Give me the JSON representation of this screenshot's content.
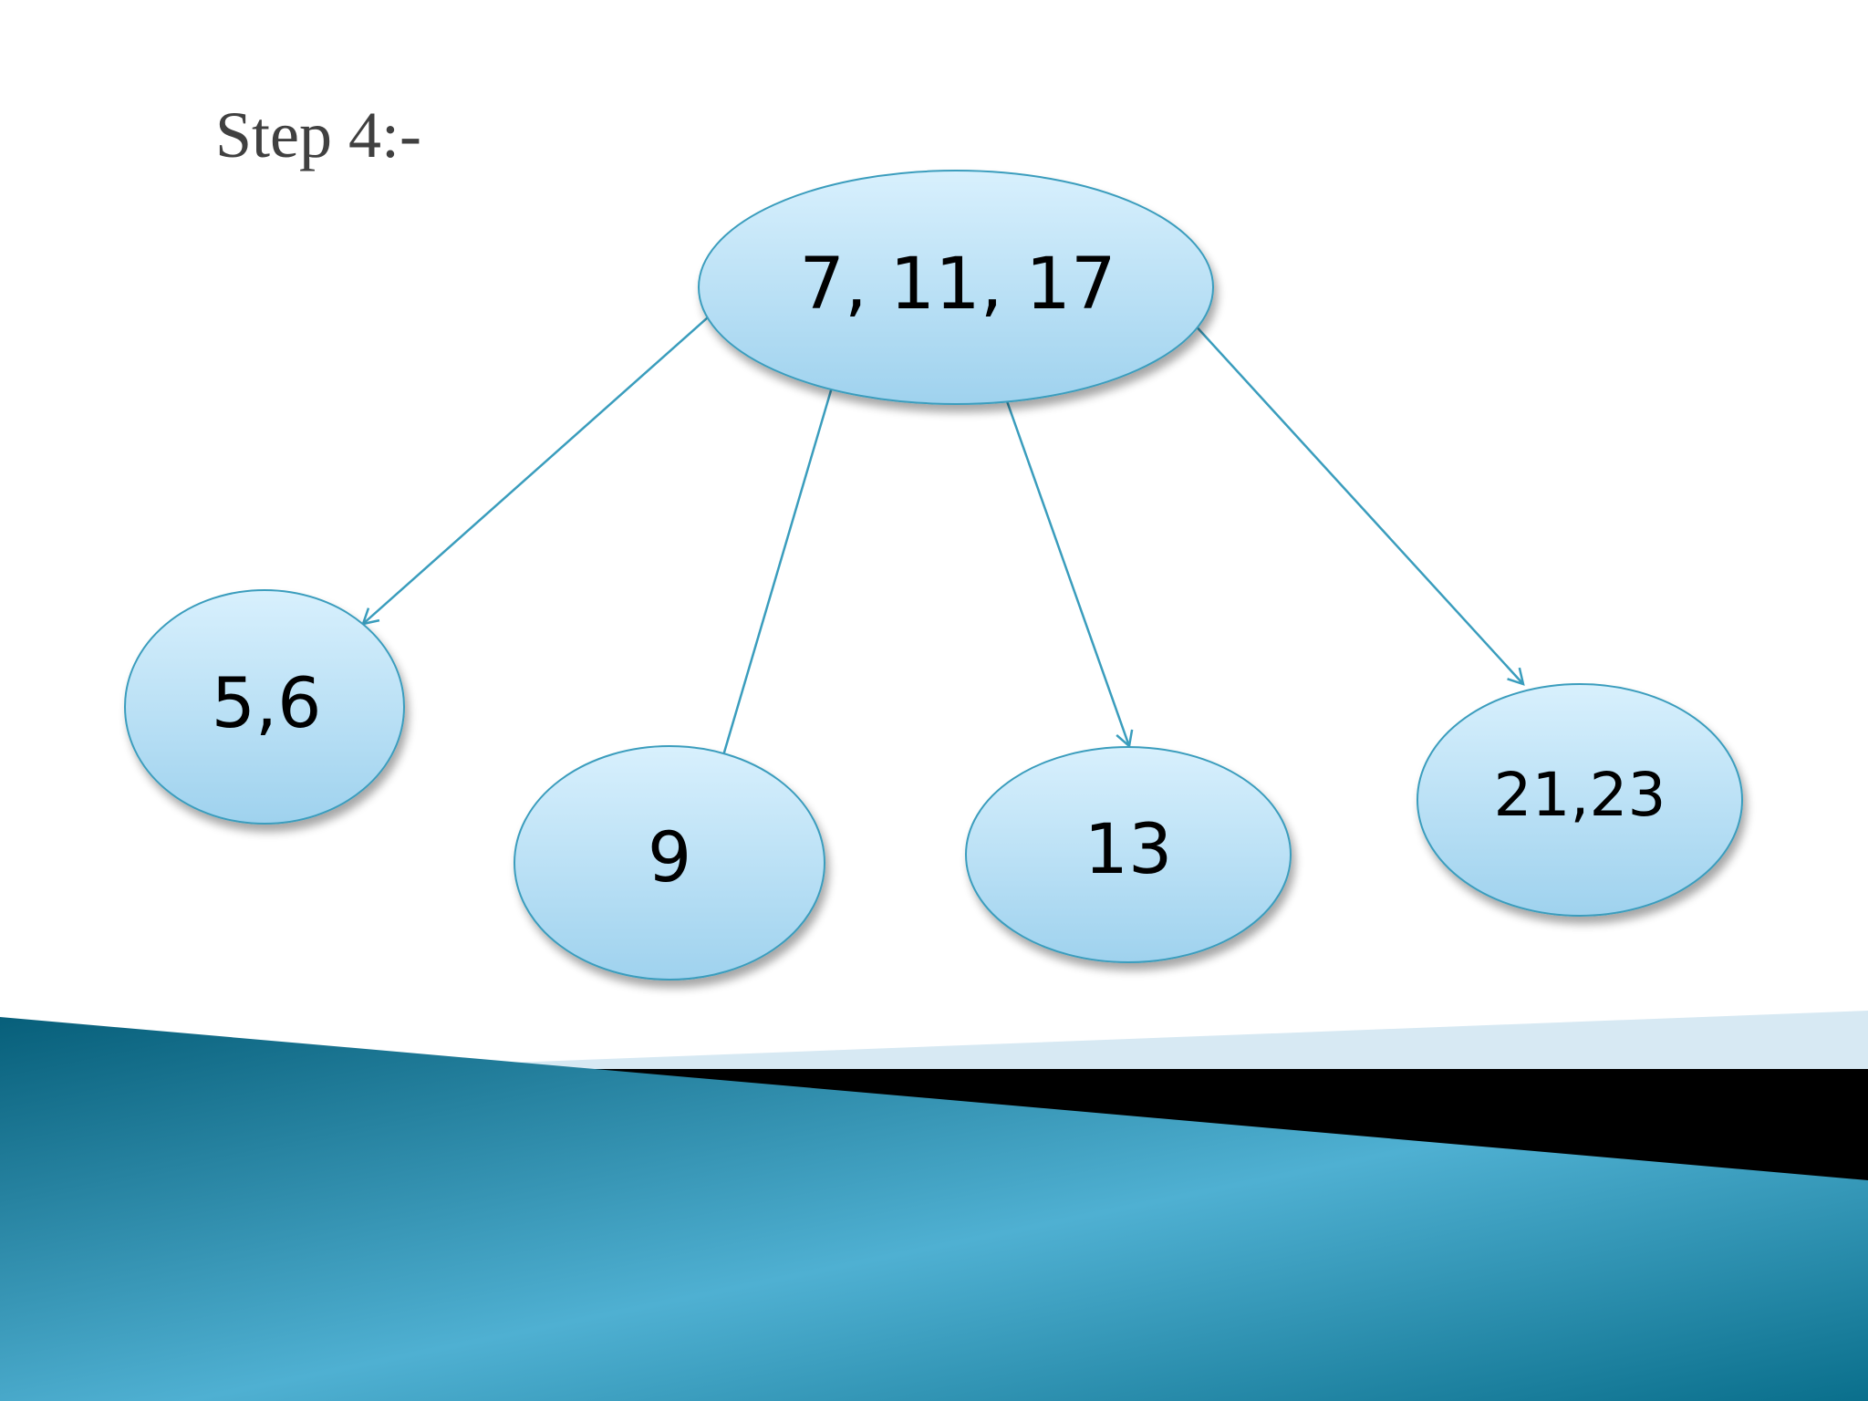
{
  "slide": {
    "title": "Step 4:-"
  },
  "tree": {
    "root": {
      "label": "7, 11, 17"
    },
    "children": [
      {
        "label": "5,6"
      },
      {
        "label": "9"
      },
      {
        "label": "13"
      },
      {
        "label": "21,23"
      }
    ]
  },
  "colors": {
    "node_fill_top": "#d4eefc",
    "node_fill_bottom": "#9fd3ef",
    "node_stroke": "#3a9dbd",
    "arrow": "#3a9dbd",
    "footer_teal_dark": "#0a6f8c",
    "footer_teal_light": "#5ab6d6",
    "footer_black": "#000000",
    "footer_pale": "#d7e9f3"
  }
}
